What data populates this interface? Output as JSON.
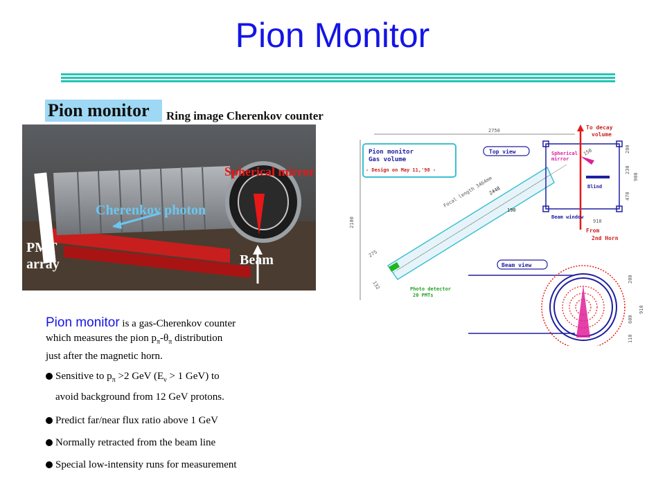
{
  "slide": {
    "title": "Pion Monitor"
  },
  "photo": {
    "label_box": "Pion monitor",
    "label_side": "Ring image Cherenkov counter",
    "annotations": {
      "cherenkov_photon": "Cherenkov photon",
      "spherical_mirror": "Spherical mirror",
      "pmt_line1": "PMT",
      "pmt_line2": "array",
      "beam": "Beam"
    }
  },
  "diagram": {
    "box_title1": "Pion monitor",
    "box_title2": "Gas volume",
    "box_design": "- Design on May 11,'98 -",
    "top_view": "Top view",
    "beam_view": "Beam view",
    "to_decay1": "To decay",
    "to_decay2": "volume",
    "from1": "From",
    "from2": "2nd Horn",
    "spherical1": "Spherical",
    "spherical2": "mirror",
    "blind": "Blind",
    "beam_window": "Beam window",
    "photo_detector1": "Photo detector",
    "photo_detector2": "20 PMTs",
    "focal_length": "Focal length 3464mm",
    "dims": {
      "d2750": "2750",
      "d2100": "2100",
      "d2448": "2448",
      "d190": "190",
      "d275": "275",
      "d132": "132",
      "d150": "150",
      "d200": "200",
      "d230": "230",
      "d900": "900",
      "d470": "470",
      "d910": "910",
      "b200": "200",
      "b910": "910",
      "b600": "600",
      "b110": "110"
    }
  },
  "description": {
    "lead": "Pion monitor",
    "rest1": " is a gas-Cherenkov counter",
    "line2_pre": "which measures the pion p",
    "sub_pi1": "π",
    "dash": "-θ",
    "sub_pi2": "π",
    "line2_post": " distribution",
    "line3": "just after the magnetic horn."
  },
  "bullets": {
    "b1_pre": "Sensitive to p",
    "b1_sub": "π",
    "b1_mid": " >2 GeV (E",
    "b1_sub2": "ν",
    "b1_post": " > 1 GeV) to",
    "b1_line2": "avoid background from 12 GeV protons.",
    "b2": "Predict far/near  flux ratio above 1 GeV",
    "b3": "Normally retracted from the beam line",
    "b4": "Special low-intensity runs for measurement"
  },
  "colors": {
    "title": "#1414e6",
    "rule": "#24c4b4",
    "label_bg": "#9ed8f4",
    "mirror_red": "#e81818"
  }
}
